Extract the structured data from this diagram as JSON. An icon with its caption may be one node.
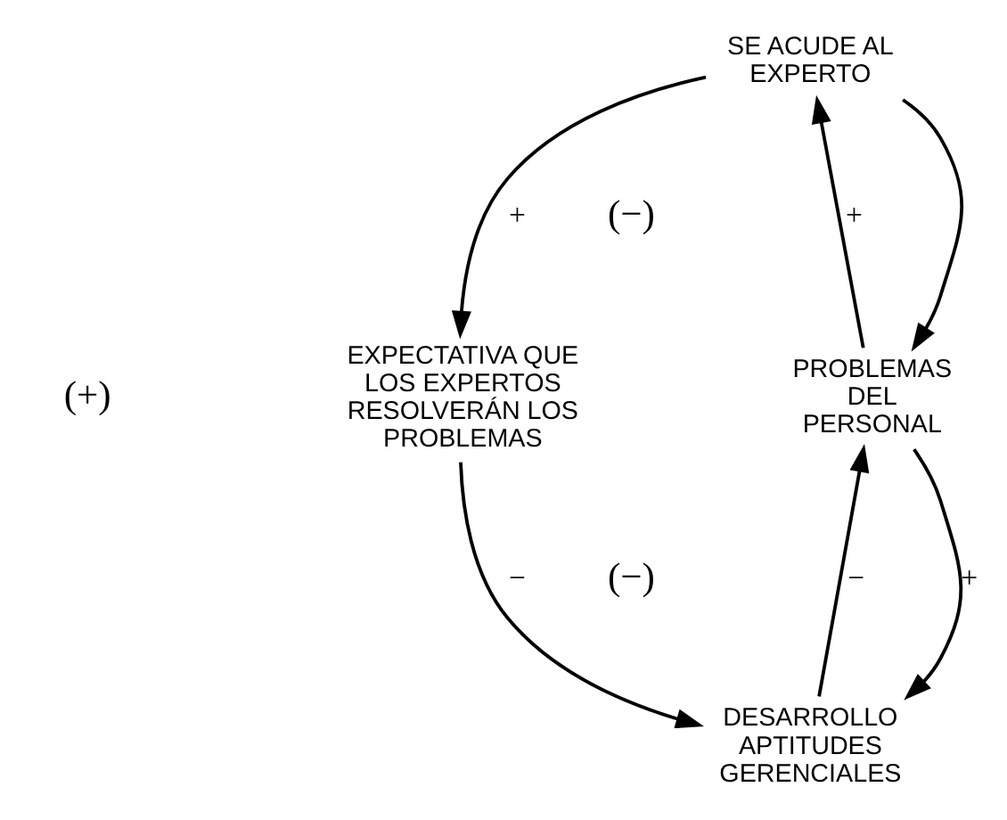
{
  "diagram": {
    "nodes": [
      {
        "text": [
          "SE ACUDE AL EXPERTO"
        ]
      },
      {
        "text": [
          "PROBLEMAS DEL PERSONAL"
        ]
      },
      {
        "text": [
          "EXPECTATIVA QUE LOS EXPERTOS RESOLVERÁN LOS PROBLEMAS"
        ]
      },
      {
        "text": [
          "DESARROLLO APTITUDES GERENCIALES"
        ]
      }
    ],
    "edges": [
      {
        "from": 0,
        "to": 1,
        "arrow": "to"
      },
      {
        "from": 1,
        "to": 0,
        "arrow": "to",
        "label": "+"
      },
      {
        "from": 0,
        "to": 2,
        "arrow": "to",
        "label": "+"
      },
      {
        "from": 1,
        "to": 3,
        "arrow": "to",
        "label": "+"
      },
      {
        "from": 3,
        "to": 1,
        "arrow": "to",
        "label": "−"
      },
      {
        "from": 2,
        "to": 3,
        "arrow": "to",
        "label": "−"
      }
    ],
    "labels": [
      "(−)",
      "(+)",
      "(−)"
    ]
  }
}
